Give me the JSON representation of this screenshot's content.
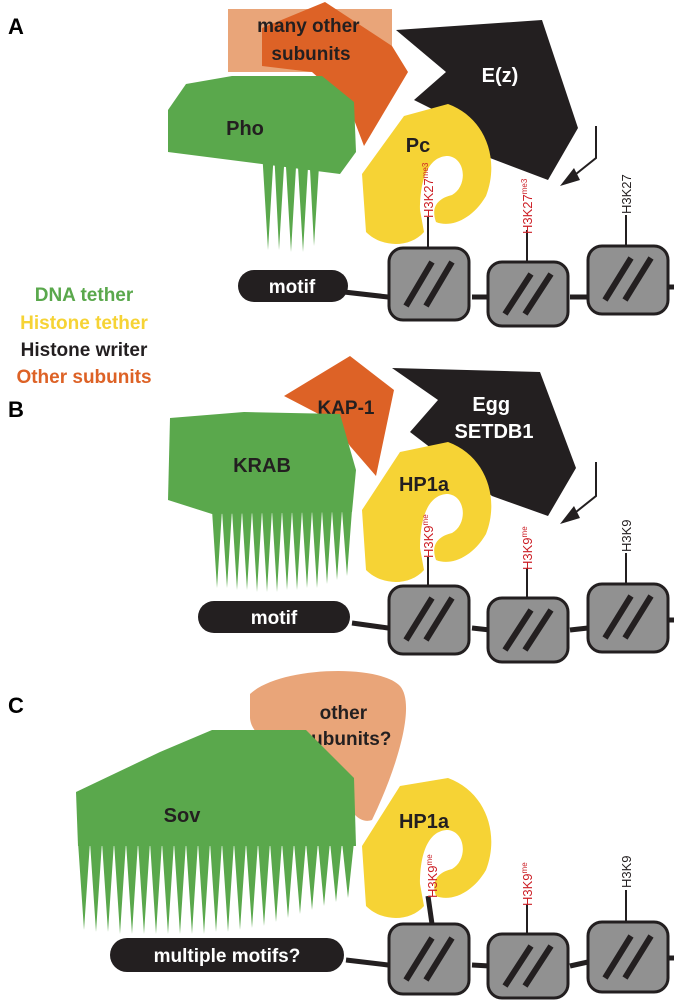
{
  "panels": {
    "a": {
      "letter": "A",
      "subunits": "many other subunits",
      "writer": "E(z)",
      "tether": "Pho",
      "reader": "Pc",
      "motif": "motif",
      "marks": {
        "mark1": "H3K27",
        "mark1_sup": "me3",
        "mark2": "H3K27",
        "mark2_sup": "me3",
        "mark3": "H3K27"
      }
    },
    "b": {
      "letter": "B",
      "subunits": "KAP-1",
      "writer_line1": "Egg",
      "writer_line2": "SETDB1",
      "tether": "KRAB",
      "reader": "HP1a",
      "motif": "motif",
      "marks": {
        "mark1": "H3K9",
        "mark1_sup": "me",
        "mark2": "H3K9",
        "mark2_sup": "me",
        "mark3": "H3K9"
      }
    },
    "c": {
      "letter": "C",
      "subunits_line1": "other",
      "subunits_line2": "subunits?",
      "tether": "Sov",
      "reader": "HP1a",
      "motif": "multiple motifs?",
      "marks": {
        "mark1": "H3K9",
        "mark1_sup": "me",
        "mark2": "H3K9",
        "mark2_sup": "me",
        "mark3": "H3K9"
      }
    }
  },
  "legend": {
    "dna_tether": "DNA tether",
    "histone_tether": "Histone tether",
    "histone_writer": "Histone writer",
    "other_subunits": "Other subunits"
  },
  "colors": {
    "dna_tether": "#5aa84c",
    "histone_tether": "#f6d335",
    "histone_writer": "#231f20",
    "other_subunits": "#dd6226",
    "other_subunits_light": "#e9a579",
    "nucleosome": "#919191",
    "mark_red": "#cc1f26"
  }
}
